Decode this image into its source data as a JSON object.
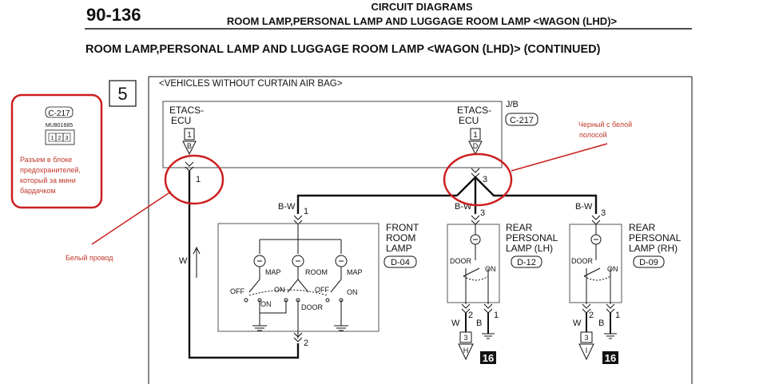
{
  "header": {
    "page_number": "90-136",
    "section": "CIRCUIT DIAGRAMS",
    "subtitle": "ROOM LAMP,PERSONAL LAMP AND LUGGAGE ROOM LAMP <WAGON (LHD)>",
    "title": "ROOM LAMP,PERSONAL LAMP AND LUGGAGE ROOM LAMP <WAGON (LHD)> (CONTINUED)"
  },
  "diagram": {
    "sheet_number": "5",
    "condition": "<VEHICLES WITHOUT CURTAIN AIR BAG>",
    "jb_label": "J/B",
    "jb_connector": "C-217",
    "etacs_left": [
      "ETACS-",
      "ECU"
    ],
    "etacs_right": [
      "ETACS-",
      "ECU"
    ],
    "left_pin_box": "1",
    "left_pin_tri": "B",
    "right_pin_box": "1",
    "right_pin_tri": "D",
    "left_wire_pin": "1",
    "right_wire_pin": "3",
    "wire_w_label": "W",
    "bw_front": "B-W",
    "bw_rear_lh": "B-W",
    "bw_rear_rh": "B-W",
    "front_pin_top": "1",
    "front_pin_bottom": "2",
    "rear_lh_pin_top": "3",
    "rear_rh_pin_top": "3",
    "front_lamp": {
      "lines": [
        "FRONT",
        "ROOM",
        "LAMP"
      ],
      "connector": "D-04",
      "map_left": "MAP",
      "room": "ROOM",
      "map_right": "MAP",
      "off_left": "OFF",
      "on_left": "ON",
      "on_mid": "ON",
      "off_right": "OFF",
      "on_right": "ON",
      "door": "DOOR"
    },
    "rear_lh": {
      "lines": [
        "REAR",
        "PERSONAL",
        "LAMP (LH)"
      ],
      "connector": "D-12",
      "door": "DOOR",
      "on": "ON",
      "pin_a": "2",
      "pin_b": "1",
      "wire_a": "W",
      "wire_b": "B",
      "box": "3",
      "tri": "H",
      "ground": "16"
    },
    "rear_rh": {
      "lines": [
        "REAR",
        "PERSONAL",
        "LAMP (RH)"
      ],
      "connector": "D-09",
      "door": "DOOR",
      "on": "ON",
      "pin_a": "2",
      "pin_b": "1",
      "wire_a": "W",
      "wire_b": "B",
      "box": "3",
      "tri": "I",
      "ground": "16"
    }
  },
  "annotations": {
    "connector_code": "C-217",
    "connector_part": "MU801685",
    "connector_pins": [
      "1",
      "2",
      "3"
    ],
    "note_connector": [
      "Разъем в блоке",
      "предохранителей,",
      "который за мини",
      "бардачком"
    ],
    "note_black": [
      "Черный с белой",
      "полосой"
    ],
    "note_white": "Белый провод"
  },
  "colors": {
    "annotation_red": "#cc1f1f",
    "ink": "#111111"
  }
}
